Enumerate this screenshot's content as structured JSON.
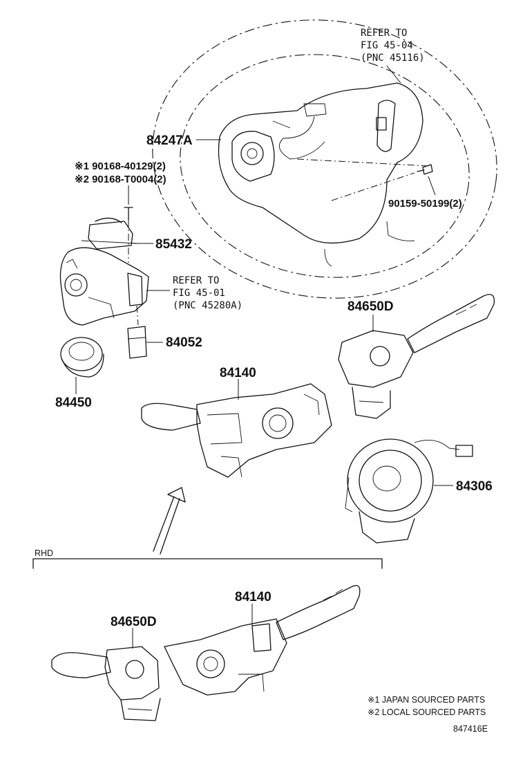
{
  "refs": {
    "airbag": {
      "line1": "REFER TO",
      "line2": "FIG 45-04",
      "line3": "(PNC 45116)"
    },
    "lock": {
      "line1": "REFER TO",
      "line2": "FIG 45-01",
      "line3": "(PNC 45280A)"
    }
  },
  "labels": {
    "p84247A": "84247A",
    "screw1": "※1 90168-40129(2)",
    "screw2": "※2 90168-T0004(2)",
    "bolt": "90159-50199(2)",
    "p85432": "85432",
    "p84052": "84052",
    "p84450": "84450",
    "p84650D_top": "84650D",
    "p84140_top": "84140",
    "p84306": "84306",
    "rhd": "RHD",
    "p84140_bottom": "84140",
    "p84650D_bottom": "84650D"
  },
  "notes": {
    "note1": "※1 JAPAN SOURCED PARTS",
    "note2": "※2 LOCAL SOURCED PARTS"
  },
  "figure_code": "847416E",
  "icons": [
    "arrow-icon"
  ]
}
